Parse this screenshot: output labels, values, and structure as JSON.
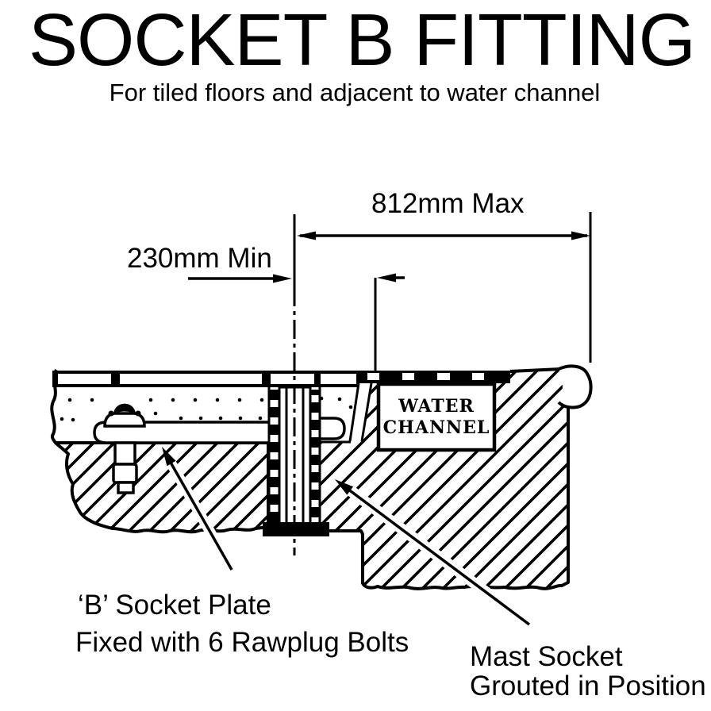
{
  "page": {
    "title": "SOCKET B FITTING",
    "subtitle": "For tiled floors and adjacent to water channel"
  },
  "dimensions": {
    "max_span": "812mm Max",
    "min_span": "230mm Min"
  },
  "water_channel": {
    "line1": "WATER",
    "line2": "CHANNEL"
  },
  "callouts": {
    "socket_plate": {
      "line1": "‘B’ Socket Plate",
      "line2": "Fixed with 6 Rawplug Bolts"
    },
    "mast_socket": {
      "line1": "Mast Socket",
      "line2": "Grouted in Position"
    }
  },
  "colors": {
    "ink": "#000000",
    "paper": "#ffffff"
  }
}
